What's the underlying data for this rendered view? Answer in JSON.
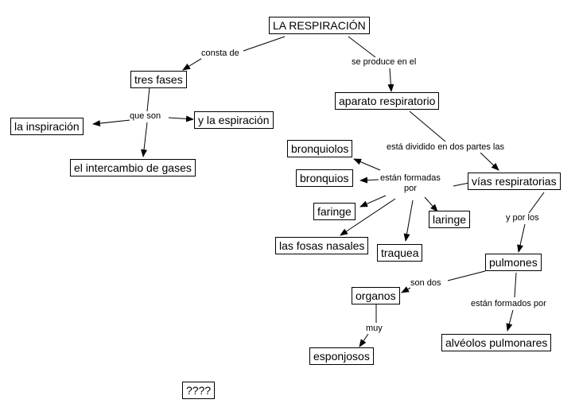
{
  "nodes": {
    "respiracion": "LA RESPIRACIÓN",
    "tres_fases": "tres fases",
    "inspiracion": "la inspiración",
    "espiracion": "y la espiración",
    "intercambio": "el intercambio de gases",
    "aparato": "aparato respiratorio",
    "bronquiolos": "bronquiolos",
    "bronquios": "bronquios",
    "vias": "vías respiratorias",
    "faringe": "faringe",
    "laringe": "laringe",
    "fosas": "las fosas nasales",
    "traquea": "traquea",
    "pulmones": "pulmones",
    "organos": "organos",
    "alveolos": "alvéolos pulmonares",
    "esponjosos": "esponjosos",
    "unknown": "????"
  },
  "links": {
    "consta_de": "consta de",
    "se_produce": "se produce en el",
    "que_son": "que son",
    "dividido": "está dividido en dos partes las",
    "formadas_1": "están formadas",
    "formadas_2": "por",
    "y_por_los": "y por los",
    "son_dos": "son dos",
    "formados_por": "están formados por",
    "muy": "muy"
  }
}
